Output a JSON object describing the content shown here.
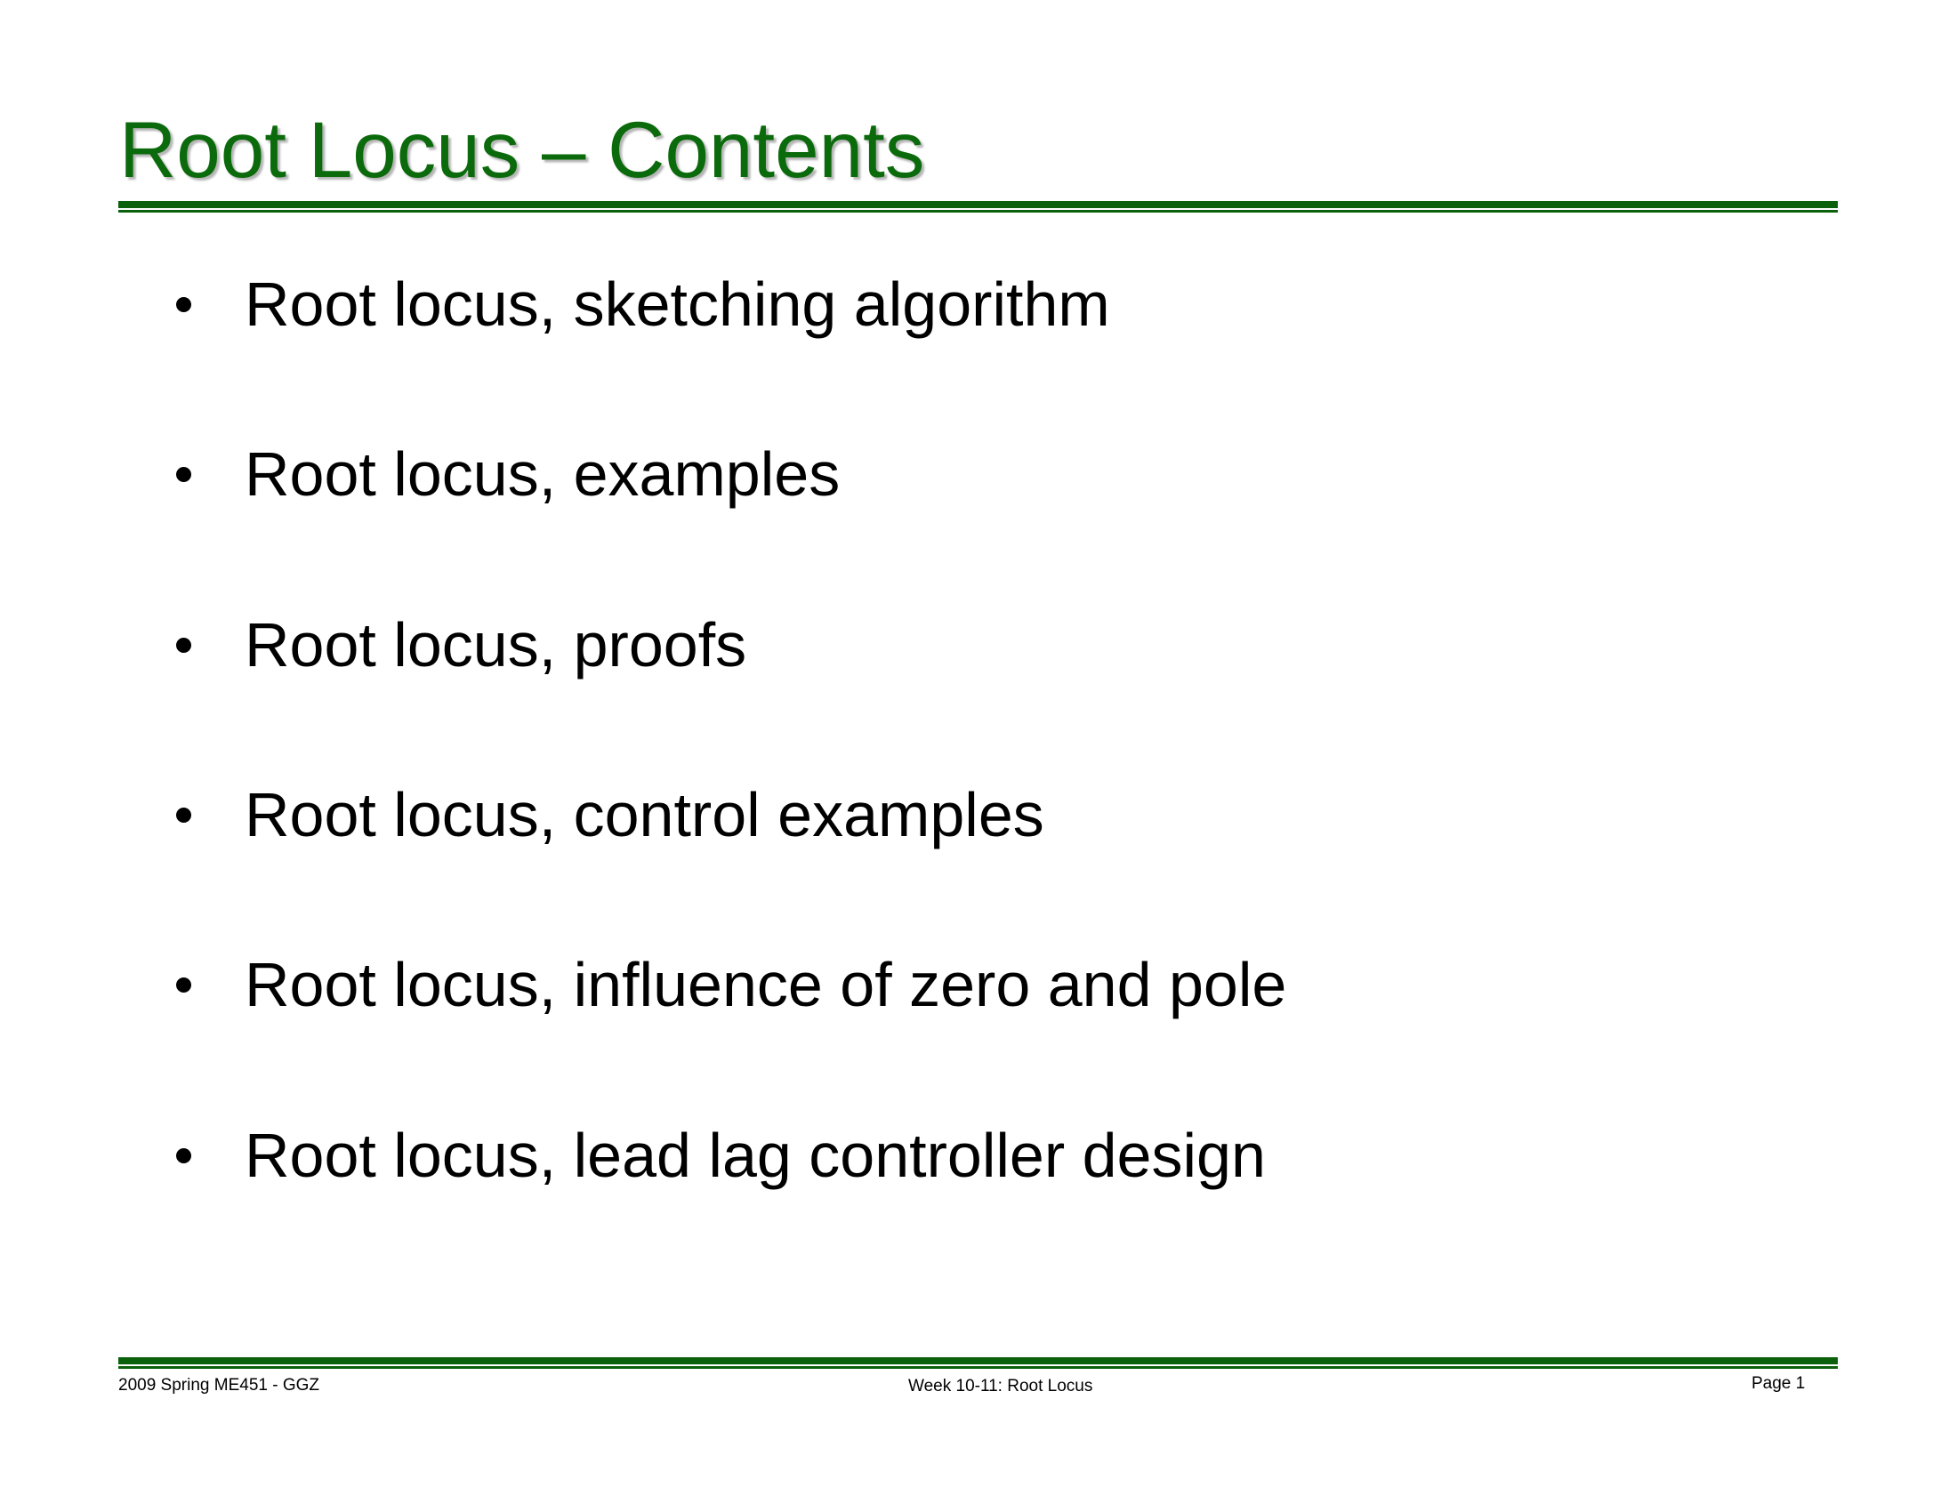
{
  "slide": {
    "title": "Root Locus – Contents",
    "accent_color": "#0b610b",
    "bullets": [
      {
        "text": "Root locus, sketching algorithm"
      },
      {
        "text": "Root locus, examples"
      },
      {
        "text": "Root locus, proofs"
      },
      {
        "text": "Root locus, control examples"
      },
      {
        "text": "Root locus, influence of zero and pole"
      },
      {
        "text": "Root locus, lead lag controller design"
      }
    ]
  },
  "footer": {
    "left": "2009 Spring ME451 - GGZ",
    "center": "Week 10-11: Root Locus",
    "right": "Page 1"
  }
}
